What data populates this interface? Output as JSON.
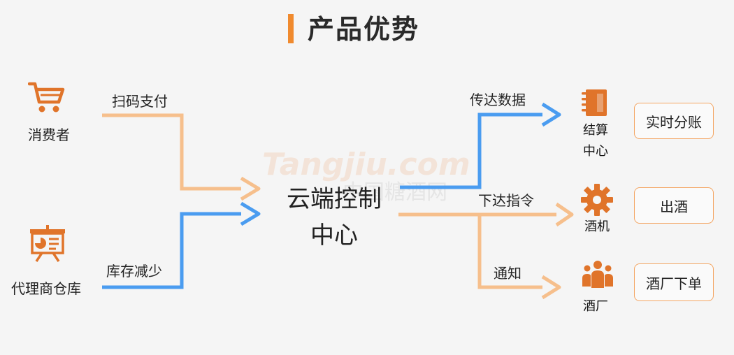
{
  "title": "产品优势",
  "left_nodes": {
    "consumer": "消费者",
    "agent": "代理商仓库"
  },
  "edges": {
    "scan_pay": "扫码支付",
    "stock_reduce": "库存减少",
    "transmit_data": "传达数据",
    "send_cmd": "下达指令",
    "notify": "通知"
  },
  "center": {
    "line1": "云端控制",
    "line2": "中心"
  },
  "right_nodes": {
    "settle_line1": "结算",
    "settle_line2": "中心",
    "machine": "酒机",
    "factory": "酒厂"
  },
  "result_boxes": {
    "split": "实时分账",
    "dispense": "出酒",
    "order": "酒厂下单"
  },
  "watermark": {
    "logo": "Tangjiu.com",
    "cn": "中国糖酒网"
  },
  "icons": {
    "cart": "shopping-cart-icon",
    "presentation": "presentation-board-icon",
    "notebook": "notebook-icon",
    "gear": "gear-icon",
    "people": "people-group-icon"
  },
  "colors": {
    "accent": "#f08a2e",
    "orange_line": "#f6bf8c",
    "blue_line": "#4a9cf0",
    "icon_orange": "#e0742a",
    "box_border": "#f4a562"
  }
}
